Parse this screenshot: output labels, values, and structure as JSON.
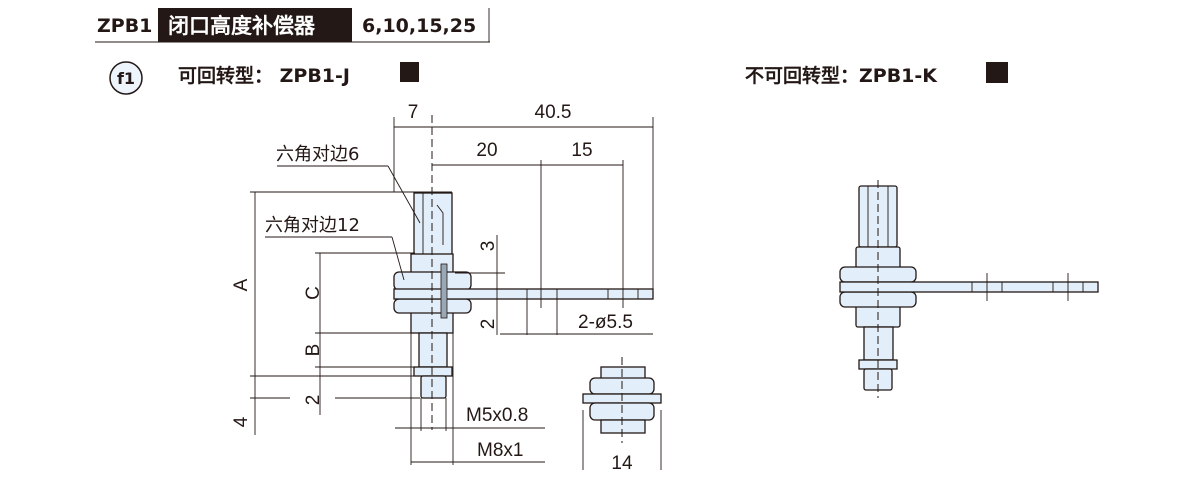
{
  "header": {
    "series": "ZPB1",
    "title": "闭口高度补偿器",
    "sizes": "6,10,15,25"
  },
  "left_view": {
    "badge": "f1",
    "type_label": "可回转型： ZPB1-J",
    "dimensions": {
      "width_7": "7",
      "length_40_5": "40.5",
      "pitch_20": "20",
      "pitch_15": "15",
      "hex_6": "六角对边6",
      "hex_12": "六角对边12",
      "A": "A",
      "C": "C",
      "B": "B",
      "dim_2_lower": "2",
      "dim_4": "4",
      "dim_3": "3",
      "dim_2_plate": "2",
      "holes": "2-ø5.5",
      "thread_m5": "M5x0.8",
      "thread_m8": "M8x1",
      "nut_14": "14"
    }
  },
  "right_view": {
    "type_label": "不可回转型：ZPB1-K"
  },
  "colors": {
    "part_fill": "#e2eef9",
    "line": "#231815"
  }
}
